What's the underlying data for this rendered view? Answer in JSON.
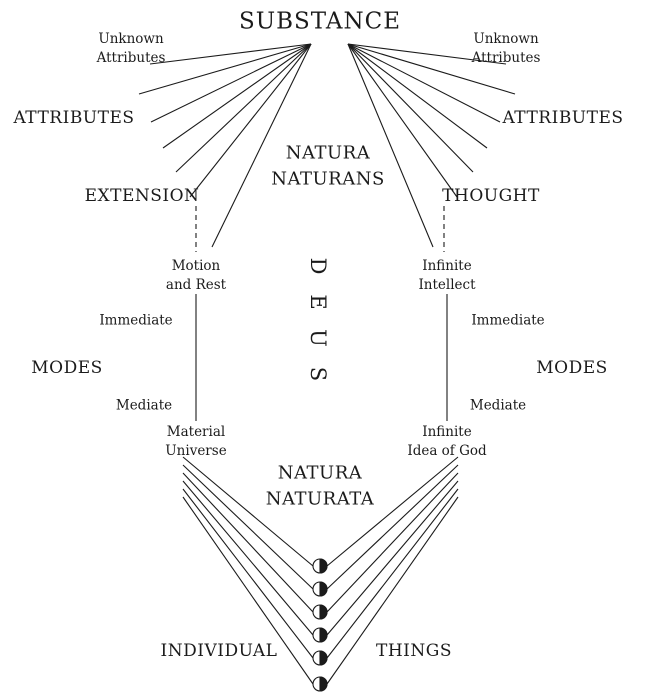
{
  "colors": {
    "ink": "#1b1b1b",
    "background": "#ffffff"
  },
  "labels": {
    "substance": "SUBSTANCE",
    "unknown_attributes": {
      "line1": "Unknown",
      "line2": "Attributes"
    },
    "attributes": "ATTRIBUTES",
    "natura_naturans": {
      "line1": "NATURA",
      "line2": "NATURANS"
    },
    "extension": "EXTENSION",
    "thought": "THOUGHT",
    "motion_and_rest": {
      "line1": "Motion",
      "line2": "and Rest"
    },
    "infinite_intellect": {
      "line1": "Infinite",
      "line2": "Intellect"
    },
    "deus": [
      "D",
      "E",
      "U",
      "S"
    ],
    "immediate": "Immediate",
    "modes": "MODES",
    "mediate": "Mediate",
    "material_universe": {
      "line1": "Material",
      "line2": "Universe"
    },
    "infinite_idea_of_god": {
      "line1": "Infinite",
      "line2": "Idea of God"
    },
    "natura_naturata": {
      "line1": "NATURA",
      "line2": "NATURATA"
    },
    "individual": "INDIVIDUAL",
    "things": "THINGS"
  }
}
